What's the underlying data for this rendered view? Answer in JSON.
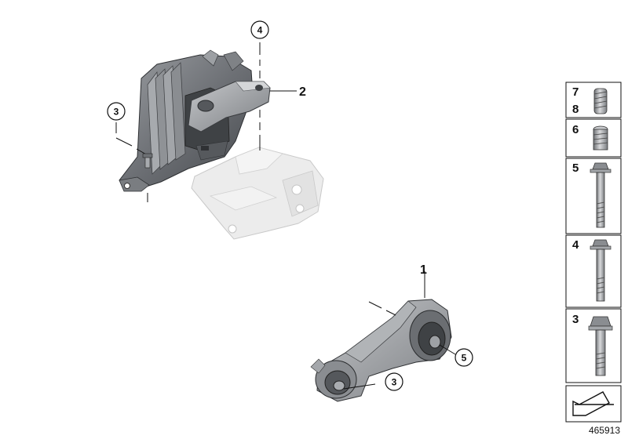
{
  "callouts": {
    "upper_bolt": "4",
    "left_bolt": "3",
    "engine_mount": "2",
    "torque_rod": "1",
    "rod_bolt_right": "5",
    "rod_bolt_left": "3"
  },
  "legend": {
    "cell1_top": "7",
    "cell1_bottom": "8",
    "cell2": "6",
    "cell3": "5",
    "cell4": "4",
    "cell5": "3"
  },
  "diagram_number": "465913",
  "colors": {
    "part_dark": "#5a5d61",
    "part_mid": "#8a8d91",
    "part_light": "#b8babd",
    "ghost": "#e6e6e6",
    "line": "#111111"
  }
}
